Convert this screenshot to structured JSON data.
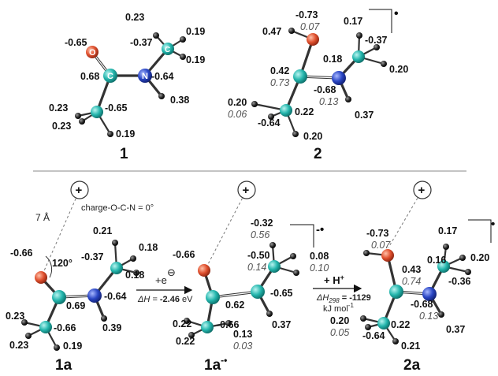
{
  "figure": {
    "molecules": {
      "m1": {
        "caption": "1",
        "charges": [
          "-0.65",
          "0.68",
          "-0.37",
          "-0.64",
          "0.23",
          "0.19",
          "0.19",
          "0.38",
          "0.23",
          "-0.65",
          "0.23",
          "0.19"
        ],
        "atom_symbols": [
          "O",
          "C",
          "N",
          "C"
        ]
      },
      "m2": {
        "caption": "2",
        "charges": [
          "-0.73",
          "0.47",
          "0.42",
          "0.18",
          "-0.37",
          "0.17",
          "0.20",
          "-0.68",
          "0.20",
          "0.22",
          "-0.64",
          "0.20",
          "0.37"
        ],
        "spin": [
          "0.07",
          "0.73",
          "0.13",
          "0.06"
        ]
      },
      "m1a": {
        "caption": "1a",
        "charges": [
          "-0.66",
          "0.21",
          "0.18",
          "-0.37",
          "0.18",
          "0.69",
          "-0.64",
          "0.39",
          "0.23",
          "-0.66",
          "0.23",
          "0.19"
        ],
        "angle": "120°",
        "distance": "7 Å",
        "dihedral": "charge-O-C-N = 0°"
      },
      "m1ar": {
        "caption": "1a",
        "caption_sup": "-•",
        "charges": [
          "-0.66",
          "-0.32",
          "-0.50",
          "0.08",
          "0.62",
          "-0.65",
          "0.22",
          "-0.66",
          "0.13",
          "0.22",
          "0.37"
        ],
        "spin": [
          "0.56",
          "0.14",
          "0.10",
          "0.03"
        ]
      },
      "m2a": {
        "caption": "2a",
        "charges": [
          "-0.73",
          "0.17",
          "0.43",
          "0.16",
          "0.20",
          "-0.36",
          "-0.68",
          "0.20",
          "0.22",
          "-0.64",
          "0.21",
          "0.37"
        ],
        "spin": [
          "0.07",
          "0.74",
          "0.13",
          "0.05"
        ]
      }
    },
    "arrows": {
      "electron": {
        "label_prefix": "+e",
        "symbol": "⊖",
        "dh_label": "ΔH = ",
        "dh_value": "-2.46",
        "dh_unit": " eV"
      },
      "proton": {
        "label": "+ H",
        "plus": "+",
        "dh_label": "ΔH",
        "dh_sub": "298",
        "dh_value": " = -1129",
        "dh_unit": "kJ mol",
        "dh_unit_sup": "-1"
      }
    },
    "probe_charge_symbol": "+",
    "radical_marks": [
      "•",
      "-•",
      "•"
    ]
  }
}
